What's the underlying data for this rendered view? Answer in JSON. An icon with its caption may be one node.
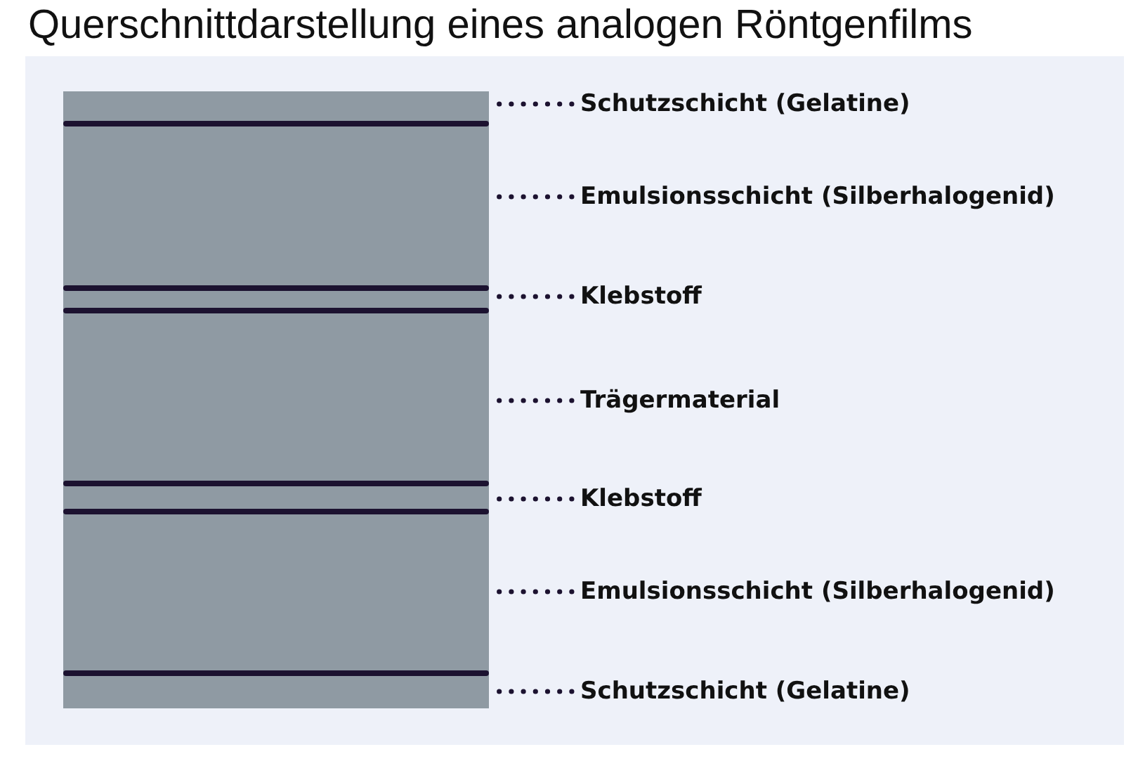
{
  "diagram": {
    "title": "Querschnittdarstellung eines analogen Röntgenfilms",
    "nodes": [
      {
        "text": [
          "Schutzschicht (Gelatine)"
        ]
      },
      {
        "text": [
          "Emulsionsschicht (Silberhalogenid)"
        ]
      },
      {
        "text": [
          "Klebstoff"
        ]
      },
      {
        "text": [
          "Trägermaterial"
        ]
      },
      {
        "text": [
          "Klebstoff"
        ]
      },
      {
        "text": [
          "Emulsionsschicht (Silberhalogenid)"
        ]
      },
      {
        "text": [
          "Schutzschicht (Gelatine)"
        ]
      },
      {
        "text": [],
        "shape": "box"
      },
      {
        "text": [],
        "shape": "box"
      },
      {
        "text": [],
        "shape": "box"
      },
      {
        "text": [],
        "shape": "box"
      },
      {
        "text": [],
        "shape": "box"
      },
      {
        "text": [],
        "shape": "box"
      },
      {
        "text": [],
        "shape": "box"
      }
    ],
    "edges": [
      {
        "from": 0,
        "to": 7,
        "arrow": "none"
      },
      {
        "from": 1,
        "to": 8,
        "arrow": "none"
      },
      {
        "from": 2,
        "to": 9,
        "arrow": "none"
      },
      {
        "from": 3,
        "to": 10,
        "arrow": "none"
      },
      {
        "from": 4,
        "to": 11,
        "arrow": "none"
      },
      {
        "from": 5,
        "to": 12,
        "arrow": "none"
      },
      {
        "from": 6,
        "to": 13,
        "arrow": "none"
      }
    ]
  }
}
